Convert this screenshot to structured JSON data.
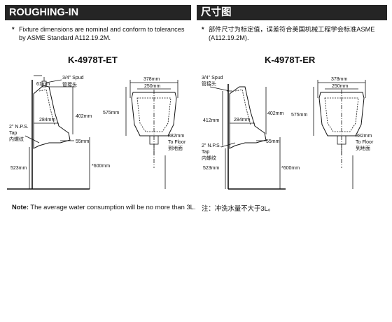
{
  "header": {
    "left_title": "ROUGHING-IN",
    "right_title": "尺寸图"
  },
  "notes": {
    "bullet": "*",
    "en_line1": "Fixture dimensions are nominal and conform to tolerances",
    "en_line2": "by ASME Standard A112.19.2M.",
    "cn_line1": "部件尺寸为标定值，误差符合美国机械工程学会标准ASME",
    "cn_line2": "(A112.19.2M)."
  },
  "models": {
    "left": "K-4978T-ET",
    "right": "K-4978T-ER"
  },
  "diagram_left": {
    "spud_size": "61mm",
    "spud_label": "3/4\" Spud",
    "spud_cn": "管接头",
    "height_402": "402mm",
    "depth_284": "284mm",
    "tap_1": "2\" N.P.S.",
    "tap_2": "Tap",
    "tap_cn": "内螺纹",
    "dim_55": "55mm",
    "height_523": "523mm",
    "height_600": "*600mm",
    "width_378": "378mm",
    "width_250": "250mm",
    "height_575": "575mm",
    "floor_882": "882mm",
    "to_floor": "To Floor",
    "floor_cn": "到地面"
  },
  "diagram_right": {
    "spud_label": "3/4\" Spud",
    "spud_cn": "管接头",
    "height_412": "412mm",
    "height_402": "402mm",
    "depth_284": "284mm",
    "tap_1": "2\" N.P.S.",
    "tap_2": "Tap",
    "tap_cn": "内螺纹",
    "dim_55": "55mm",
    "height_523": "523mm",
    "height_600": "*600mm",
    "width_378": "378mm",
    "width_250": "250mm",
    "height_575": "575mm",
    "floor_882": "882mm",
    "to_floor": "To Floor",
    "floor_cn": "到地面"
  },
  "footer": {
    "note_label": "Note:",
    "note_text": "The average water consumption will be no more than 3L.",
    "cn_note": "注：冲洗水量不大于3L。"
  }
}
